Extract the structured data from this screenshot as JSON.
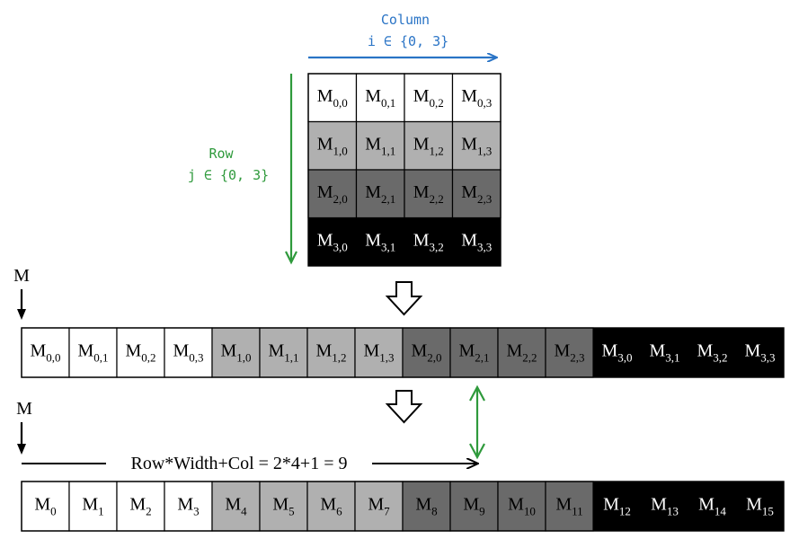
{
  "colors": {
    "row0_fill": "#ffffff",
    "row1_fill": "#b0b0b0",
    "row2_fill": "#6a6a6a",
    "row3_fill": "#000000",
    "dark_text": "#000000",
    "light_text": "#ffffff",
    "column_arrow": "#2a74c6",
    "row_arrow": "#2f9a3c"
  },
  "column_label": {
    "title": "Column",
    "range": "i ∈ {0, 3}"
  },
  "row_label": {
    "title": "Row",
    "range": "j ∈ {0, 3}"
  },
  "matrix_symbol": "M",
  "matrix_2d": [
    [
      {
        "base": "M",
        "sub": "0,0"
      },
      {
        "base": "M",
        "sub": "0,1"
      },
      {
        "base": "M",
        "sub": "0,2"
      },
      {
        "base": "M",
        "sub": "0,3"
      }
    ],
    [
      {
        "base": "M",
        "sub": "1,0"
      },
      {
        "base": "M",
        "sub": "1,1"
      },
      {
        "base": "M",
        "sub": "1,2"
      },
      {
        "base": "M",
        "sub": "1,3"
      }
    ],
    [
      {
        "base": "M",
        "sub": "2,0"
      },
      {
        "base": "M",
        "sub": "2,1"
      },
      {
        "base": "M",
        "sub": "2,2"
      },
      {
        "base": "M",
        "sub": "2,3"
      }
    ],
    [
      {
        "base": "M",
        "sub": "3,0"
      },
      {
        "base": "M",
        "sub": "3,1"
      },
      {
        "base": "M",
        "sub": "3,2"
      },
      {
        "base": "M",
        "sub": "3,3"
      }
    ]
  ],
  "linear_2d_index": [
    "0,0",
    "0,1",
    "0,2",
    "0,3",
    "1,0",
    "1,1",
    "1,2",
    "1,3",
    "2,0",
    "2,1",
    "2,2",
    "2,3",
    "3,0",
    "3,1",
    "3,2",
    "3,3"
  ],
  "linear_1d_index": [
    "0",
    "1",
    "2",
    "3",
    "4",
    "5",
    "6",
    "7",
    "8",
    "9",
    "10",
    "11",
    "12",
    "13",
    "14",
    "15"
  ],
  "formula": "Row*Width+Col = 2*4+1 = 9"
}
